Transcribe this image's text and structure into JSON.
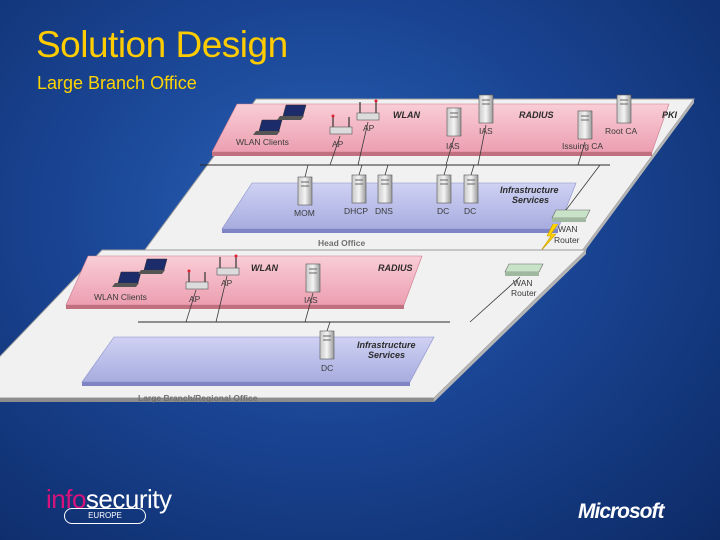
{
  "slide": {
    "title": "Solution Design",
    "subtitle": "Large Branch Office"
  },
  "diagram": {
    "head_office": {
      "plate_label": "Head Office",
      "zones": {
        "wlan": "WLAN",
        "radius": "RADIUS",
        "pki": "PKI",
        "infra_line1": "Infrastructure",
        "infra_line2": "Services"
      },
      "devices": {
        "wlan_clients": "WLAN Clients",
        "ap1": "AP",
        "ap2": "AP",
        "ias1": "IAS",
        "ias2": "IAS",
        "root_ca": "Root CA",
        "issuing_ca": "Issuing CA",
        "mom": "MOM",
        "dhcp": "DHCP",
        "dns": "DNS",
        "dc1": "DC",
        "dc2": "DC",
        "wan_router_line1": "WAN",
        "wan_router_line2": "Router"
      }
    },
    "branch_office": {
      "plate_label": "Large Branch/Regional Office",
      "zones": {
        "wlan": "WLAN",
        "radius": "RADIUS",
        "infra_line1": "Infrastructure",
        "infra_line2": "Services"
      },
      "devices": {
        "wlan_clients": "WLAN Clients",
        "ap1": "AP",
        "ap2": "AP",
        "ias": "IAS",
        "dc": "DC",
        "wan_router_line1": "WAN",
        "wan_router_line2": "Router"
      }
    }
  },
  "logos": {
    "infosecurity_part1": "info",
    "infosecurity_part2": "security",
    "infosecurity_region": "EUROPE",
    "microsoft": "Microsoft"
  },
  "colors": {
    "title": "#ffcc00",
    "plate": "#f2f2f2",
    "wlan_zone": "#f4b6c4",
    "infra_zone": "#b8bce8",
    "brand_pink": "#d8127b"
  }
}
